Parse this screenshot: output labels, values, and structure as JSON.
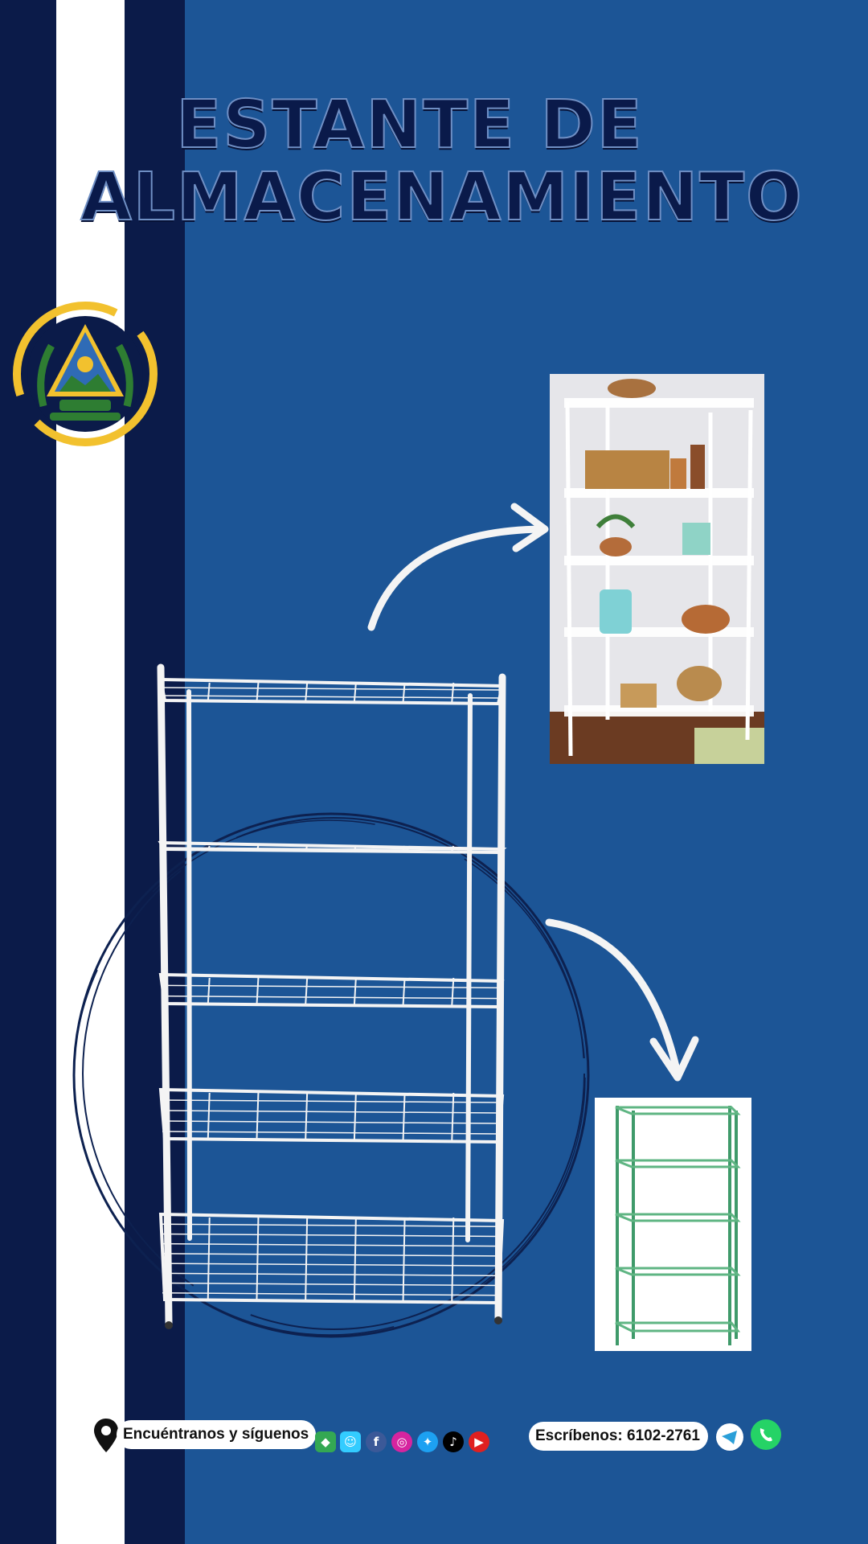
{
  "title": {
    "line1": "ESTANTE DE",
    "line2": "ALMACENAMIENTO"
  },
  "colors": {
    "background": "#1c5596",
    "stripe_dark": "#0b1b49",
    "stripe_white": "#ffffff",
    "title_fill": "#0a1a4a"
  },
  "images": {
    "main_product": "white-wire-shelf",
    "usage_photo": "pantry-shelf-photo",
    "variant_photo": "green-wire-shelf",
    "emblem": "el-salvador-coat-of-arms"
  },
  "footer": {
    "location_icon": "map-pin-icon",
    "find_us_label": "Encuéntranos y síguenos",
    "social_icons": [
      "google-maps-icon",
      "waze-icon",
      "facebook-icon",
      "instagram-icon",
      "twitter-icon",
      "tiktok-icon",
      "youtube-icon"
    ],
    "contact_label": "Escríbenos: 6102-2761",
    "contact_icons": [
      "telegram-icon",
      "whatsapp-icon"
    ]
  }
}
